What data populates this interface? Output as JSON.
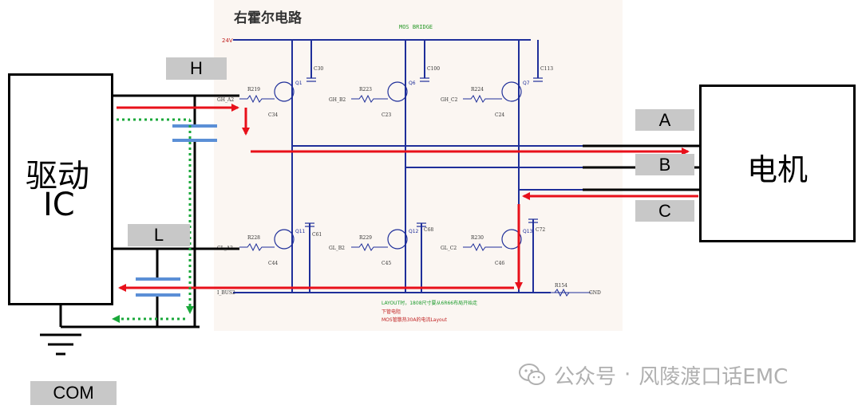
{
  "schematic": {
    "title": "右霍尔电路",
    "bridge_title": "MOS BRIDGE",
    "supply_label": "24V",
    "note_line1": "LAYOUT时，1808尺寸要从6R66布局开始走",
    "note_line2": "下管电阻",
    "note_line3": "MOS管散热30A的电流Layout",
    "gate_labels": [
      "GH_A2",
      "GH_B2",
      "GH_C2",
      "GL_A2",
      "GL_B2",
      "GL_C2"
    ],
    "resistors_high": [
      "R219",
      "R223",
      "R224"
    ],
    "resistors_low": [
      "R228",
      "R229",
      "R230"
    ],
    "mosfets_high": [
      "Q1",
      "Q6",
      "Q7"
    ],
    "mosfets_low": [
      "Q11",
      "Q12",
      "Q13"
    ],
    "caps_top": [
      "C30",
      "C100",
      "C113"
    ],
    "caps_gate_high": [
      "C34",
      "C23",
      "C24"
    ],
    "caps_gate_low": [
      "C44",
      "C45",
      "C46"
    ],
    "caps_low": [
      "C61",
      "C68",
      "C72"
    ],
    "shunt": "R154",
    "gnd": "GND",
    "bus_label": "I_BUS2"
  },
  "labels": {
    "driver_ic_line1": "驱动",
    "driver_ic_line2": "IC",
    "motor": "电机",
    "H": "H",
    "L": "L",
    "A": "A",
    "B": "B",
    "C": "C",
    "COM": "COM"
  },
  "watermark": {
    "icon": "wechat-icon",
    "text1": "公众号",
    "separator": "·",
    "text2": "风陵渡口话EMC"
  },
  "colors": {
    "red_current": "#e8101a",
    "green_coupling": "#1aa83a",
    "cap_blue": "#5b8fd6",
    "schematic_blue": "#1f2f9a",
    "label_gray": "#c8c8c8"
  }
}
